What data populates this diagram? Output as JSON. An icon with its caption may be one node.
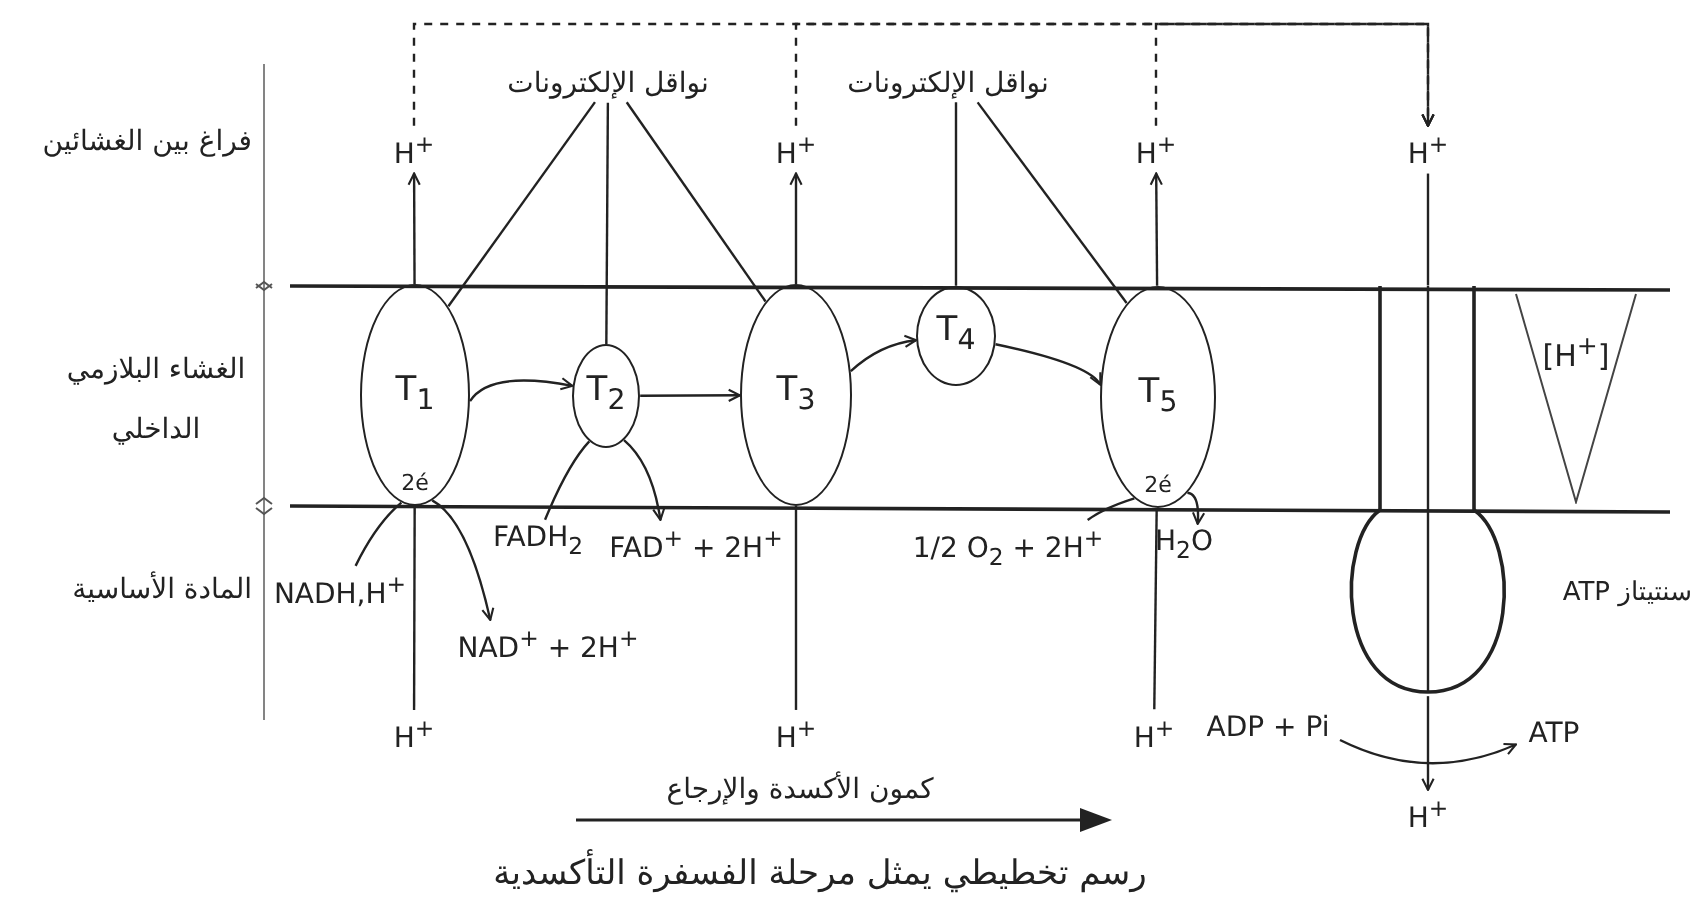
{
  "diagram": {
    "caption": "رسم تخطيطي يمثل مرحلة الفسفرة التأكسدية",
    "nodes": [
      {
        "text": [
          "نواقل الإلكترونات"
        ]
      },
      {
        "text": [
          "نواقل الإلكترونات"
        ]
      },
      {
        "text": [
          "H$^{+}$"
        ]
      },
      {
        "text": [
          "H$^{+}$"
        ]
      },
      {
        "text": [
          "H$^{+}$"
        ]
      },
      {
        "text": [
          "H$^{+}$"
        ]
      },
      {
        "text": [
          "T$_{1}$",
          "2é"
        ]
      },
      {
        "text": [
          "T$_{2}$"
        ]
      },
      {
        "text": [
          "T$_{3}$"
        ]
      },
      {
        "text": [
          "T$_{4}$"
        ]
      },
      {
        "text": [
          "T$_{5}$",
          "2é"
        ]
      },
      {
        "text": [],
        "shape": "picture",
        "beside": [
          "سنتيتاز ATP"
        ]
      },
      {
        "text": [
          "[H$^{+}$]"
        ]
      },
      {
        "text": [
          "NADH,H$^{+}$"
        ]
      },
      {
        "text": [
          "FADH$_{2}$"
        ]
      },
      {
        "text": [
          "FAD$^{+}$ + 2H$^{+}$"
        ]
      },
      {
        "text": [
          "NAD$^{+}$ + 2H$^{+}$"
        ]
      },
      {
        "text": [
          "1/2 O$_{2}$ + 2H$^{+}$"
        ]
      },
      {
        "text": [
          "H$_{2}$O"
        ]
      },
      {
        "text": [
          "H$^{+}$"
        ]
      },
      {
        "text": [
          "H$^{+}$"
        ]
      },
      {
        "text": [
          "H$^{+}$"
        ]
      },
      {
        "text": [
          "ADP + Pi"
        ]
      },
      {
        "text": [
          "ATP"
        ]
      },
      {
        "text": [
          "H$^{+}$"
        ]
      }
    ],
    "edges": [
      {
        "from": 19,
        "to": 6,
        "arrow": "none"
      },
      {
        "from": 6,
        "to": 2,
        "arrow": "to"
      },
      {
        "from": 20,
        "to": 8,
        "arrow": "none"
      },
      {
        "from": 8,
        "to": 3,
        "arrow": "to"
      },
      {
        "from": 21,
        "to": 10,
        "arrow": "none"
      },
      {
        "from": 10,
        "to": 4,
        "arrow": "to"
      },
      {
        "from": 2,
        "to": 5,
        "arrow": "to",
        "style": "dashed"
      },
      {
        "from": 3,
        "to": 5,
        "arrow": "to",
        "style": "dashed"
      },
      {
        "from": 4,
        "to": 5,
        "arrow": "to",
        "style": "dashed"
      },
      {
        "from": 5,
        "to": 11,
        "arrow": "none"
      },
      {
        "from": 11,
        "to": 24,
        "arrow": "to"
      },
      {
        "from": 6,
        "to": 7,
        "arrow": "to"
      },
      {
        "from": 7,
        "to": 8,
        "arrow": "to"
      },
      {
        "from": 8,
        "to": 9,
        "arrow": "to"
      },
      {
        "from": 9,
        "to": 10,
        "arrow": "to"
      },
      {
        "from": 13,
        "to": 6,
        "arrow": "none"
      },
      {
        "from": 6,
        "to": 16,
        "arrow": "to"
      },
      {
        "from": 14,
        "to": 7,
        "arrow": "none"
      },
      {
        "from": 7,
        "to": 15,
        "arrow": "to"
      },
      {
        "from": 17,
        "to": 10,
        "arrow": "none"
      },
      {
        "from": 10,
        "to": 18,
        "arrow": "to"
      },
      {
        "from": 22,
        "to": 23,
        "arrow": "to"
      },
      {
        "from": 0,
        "to": 6,
        "arrow": "none"
      },
      {
        "from": 0,
        "to": 7,
        "arrow": "none"
      },
      {
        "from": 0,
        "to": 8,
        "arrow": "none"
      },
      {
        "from": 1,
        "to": 9,
        "arrow": "none"
      },
      {
        "from": 1,
        "to": 10,
        "arrow": "none"
      }
    ],
    "labels": [
      "فراغ بين الغشائين",
      "الغشاء البلازمي الداخلي",
      "المادة الأساسية",
      "كمون الأكسدة والإرجاع"
    ]
  }
}
